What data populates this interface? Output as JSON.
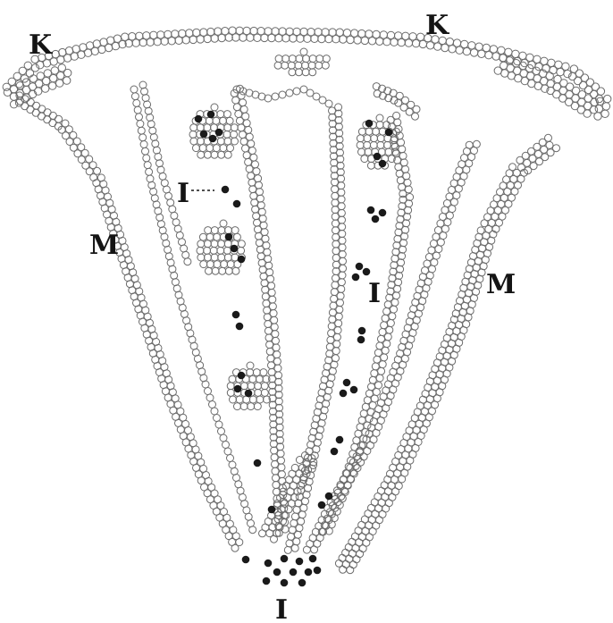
{
  "labels": {
    "k_left": "K",
    "k_right": "K",
    "m_left": "M",
    "m_right": "M",
    "i_upper_left": "I",
    "i_right": "I",
    "i_bottom": "I"
  },
  "colors": {
    "background": "#ffffff",
    "cell_stroke": "#6b6b6b",
    "dot_fill": "#1a1a1a",
    "label": "#141414"
  }
}
